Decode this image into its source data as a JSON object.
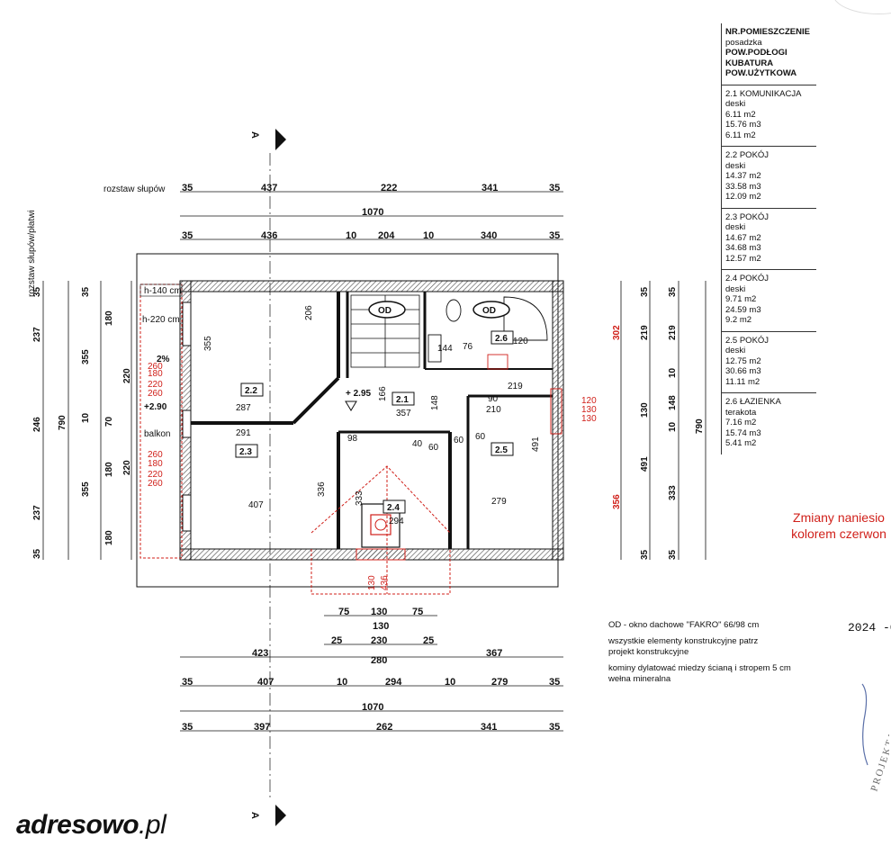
{
  "plan": {
    "section_marker": "A",
    "label_column_spacing": "rozstaw słupów",
    "label_column_spacing_vertical": "rozstaw słupów/płatwi",
    "top_dims_row1": [
      "35",
      "437",
      "222",
      "341",
      "35"
    ],
    "top_total": "1070",
    "top_dims_row2": [
      "35",
      "436",
      "10",
      "204",
      "10",
      "340",
      "35"
    ],
    "left_outer": [
      "237",
      "246",
      "237",
      "35"
    ],
    "left_outer_total": "790",
    "left_inner": [
      "35",
      "355",
      "10",
      "355",
      "35"
    ],
    "left_inner_extra": [
      "180",
      "70",
      "180",
      "180",
      "220",
      "220"
    ],
    "right_dims": [
      "35",
      "219",
      "10",
      "148",
      "10",
      "333",
      "35"
    ],
    "right_dims_alt": [
      "35",
      "219",
      "130",
      "491",
      "35"
    ],
    "right_total": "790",
    "bottom_dims_row1": [
      "75",
      "130",
      "75"
    ],
    "bottom_dims_row1_total": "130",
    "bottom_dims_row2": [
      "25",
      "230",
      "25"
    ],
    "bottom_dims_row2_total": "280",
    "bottom_dims_side": [
      "423",
      "367"
    ],
    "bottom_dims_row3": [
      "35",
      "407",
      "10",
      "294",
      "10",
      "279",
      "35"
    ],
    "bottom_total": "1070",
    "bottom_dims_row4": [
      "35",
      "397",
      "262",
      "341",
      "35"
    ],
    "heights": [
      "h-140 cm",
      "h-220 cm"
    ],
    "slope": "2%",
    "balcony_level": "+2.90",
    "balcony_label": "balkon",
    "level_label": "+ 2.95",
    "od_label": "OD",
    "rooms": [
      "2.1",
      "2.2",
      "2.3",
      "2.4",
      "2.5",
      "2.6"
    ],
    "room_inner_dims": [
      "206",
      "287",
      "291",
      "407",
      "355",
      "336",
      "333",
      "279",
      "491",
      "357",
      "166",
      "148",
      "144",
      "76",
      "120",
      "98",
      "90",
      "219",
      "210",
      "60",
      "40",
      "60",
      "60",
      "294"
    ],
    "red_marks": [
      "260",
      "180",
      "220",
      "260",
      "260",
      "180",
      "220",
      "260",
      "120",
      "130",
      "130",
      "130",
      "436",
      "302",
      "356"
    ]
  },
  "legend": {
    "header": [
      "NR.POMIESZCZENIE",
      "posadzka",
      "POW.PODŁOGI",
      "KUBATURA",
      "POW.UŻYTKOWA"
    ],
    "rooms": [
      [
        "2.1 KOMUNIKACJA",
        "deski",
        "6.11 m2",
        "15.76 m3",
        "6.11 m2"
      ],
      [
        "2.2 POKÓJ",
        "deski",
        "14.37 m2",
        "33.58 m3",
        "12.09 m2"
      ],
      [
        "2.3 POKÓJ",
        "deski",
        "14.67 m2",
        "34.68 m3",
        "12.57 m2"
      ],
      [
        "2.4 POKÓJ",
        "deski",
        "9.71 m2",
        "24.59 m3",
        "9.2 m2"
      ],
      [
        "2.5 POKÓJ",
        "deski",
        "12.75 m2",
        "30.66 m3",
        "11.11 m2"
      ],
      [
        "2.6 ŁAZIENKA",
        "terakota",
        "7.16 m2",
        "15.74 m3",
        "5.41 m2"
      ]
    ]
  },
  "notes": [
    "OD - okno dachowe \"FAKRO\" 66/98 cm",
    "wszystkie elementy konstrukcyjne patrz projekt konstrukcyjne",
    "kominy dylatować miedzy ścianą i stropem 5 cm wełna mineralna"
  ],
  "changes": [
    "Zmiany naniesio",
    "kolorem czerwon"
  ],
  "date": "2024 -0",
  "stamp": "PROJEKTANT",
  "brand": {
    "name": "adresowo",
    "tld": ".pl"
  },
  "colors": {
    "ink": "#111111",
    "red": "#d0201a",
    "hatch": "#555555"
  }
}
